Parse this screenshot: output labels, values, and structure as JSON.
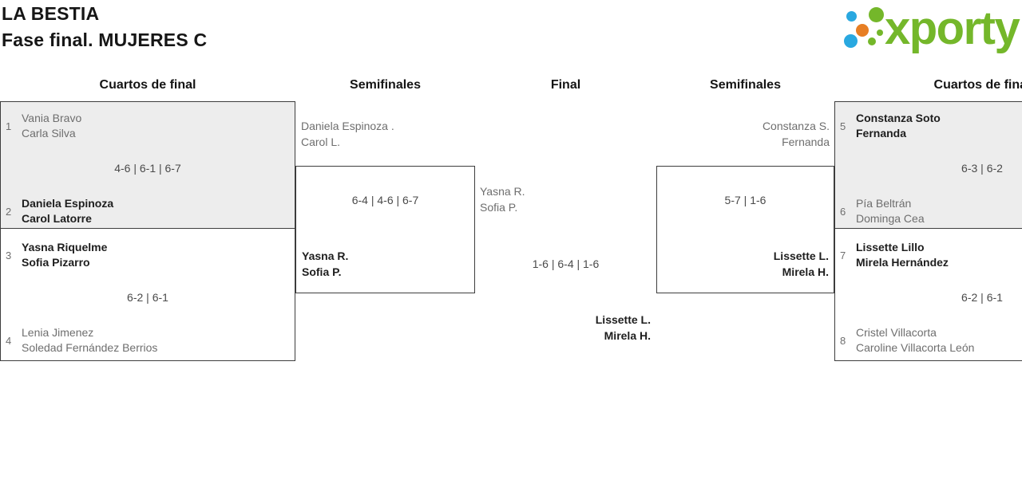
{
  "header": {
    "title": "LA BESTIA",
    "subtitle": "Fase final. MUJERES C"
  },
  "logo": {
    "text": "xporty",
    "green": "#74b72a",
    "blue": "#29a8e0",
    "orange": "#e77e23"
  },
  "columns": [
    "Cuartos de final",
    "Semifinales",
    "Final",
    "Semifinales",
    "Cuartos de final"
  ],
  "matches": {
    "qf_left_1": {
      "seed_top": "1",
      "top1": "Vania Bravo",
      "top2": "Carla Silva",
      "score": "4-6 | 6-1 | 6-7",
      "seed_bottom": "2",
      "bottom1": "Daniela Espinoza",
      "bottom2": "Carol Latorre"
    },
    "qf_left_2": {
      "seed_top": "3",
      "top1": "Yasna Riquelme",
      "top2": "Sofia Pizarro",
      "score": "6-2 | 6-1",
      "seed_bottom": "4",
      "bottom1": "Lenia Jimenez",
      "bottom2": "Soledad Fernández Berrios"
    },
    "sf_left": {
      "top1": "Daniela Espinoza .",
      "top2": "Carol L.",
      "score": "6-4 | 4-6 | 6-7",
      "bottom1": "Yasna R.",
      "bottom2": "Sofia P."
    },
    "final": {
      "top1": "Yasna R.",
      "top2": "Sofia P.",
      "score": "1-6 | 6-4 | 1-6",
      "bottom1": "Lissette L.",
      "bottom2": "Mirela H."
    },
    "sf_right": {
      "top1": "Constanza S.",
      "top2": "Fernanda",
      "score": "5-7 | 1-6",
      "bottom1": "Lissette L.",
      "bottom2": "Mirela H."
    },
    "qf_right_1": {
      "seed_top": "5",
      "top1": "Constanza Soto",
      "top2": "Fernanda",
      "score": "6-3 | 6-2",
      "seed_bottom": "6",
      "bottom1": "Pía Beltrán",
      "bottom2": "Dominga Cea"
    },
    "qf_right_2": {
      "seed_top": "7",
      "top1": "Lissette Lillo",
      "top2": "Mirela Hernández",
      "score": "6-2 | 6-1",
      "seed_bottom": "8",
      "bottom1": "Cristel Villacorta",
      "bottom2": "Caroline Villacorta León"
    }
  },
  "colors": {
    "box_gray": "#ededed",
    "border": "#3d3d3d",
    "winner_text": "#1e1e1e",
    "loser_text": "#6e6e6e",
    "score_text": "#4a4a4a"
  }
}
